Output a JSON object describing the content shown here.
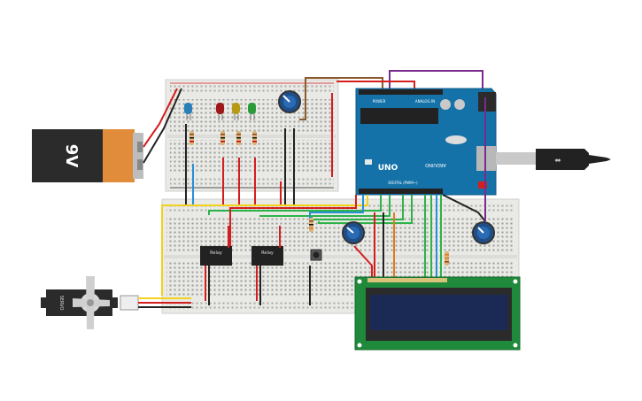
{
  "battery": {
    "label": "9V"
  },
  "arduino": {
    "logo": "UNO",
    "brand": "ARDUINO",
    "power_label": "POWER",
    "analog_label": "ANALOG IN",
    "digital_label": "DIGITAL (PWM~)"
  },
  "relays": [
    {
      "label": "Relay"
    },
    {
      "label": "Relay"
    }
  ],
  "servo": {
    "label": "SERVO"
  },
  "colors": {
    "wire_red": "#d41e1e",
    "wire_black": "#222222",
    "wire_green": "#2db34a",
    "wire_yellow": "#f2d21b",
    "wire_blue": "#2a8fd6",
    "wire_brown": "#8b5a2b",
    "wire_purple": "#7a2b8f",
    "wire_orange": "#e07b1f",
    "arduino_blue": "#1572a8",
    "lcd_green": "#1f8a3b",
    "lcd_screen": "#1b2a55",
    "breadboard": "#e9e9e6"
  },
  "icons": {
    "battery": "battery-9v-icon",
    "usb": "usb-cable-icon",
    "servo": "servo-motor-icon",
    "lcd": "lcd-display-icon"
  }
}
